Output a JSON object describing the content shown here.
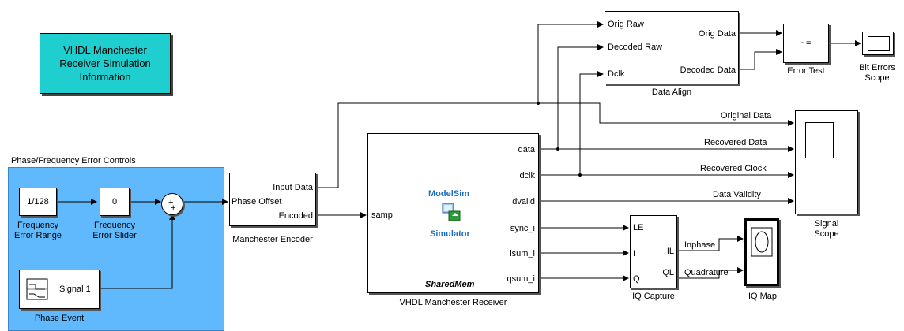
{
  "info_block": {
    "lines": [
      "VHDL Manchester",
      "Receiver Simulation",
      "Information"
    ]
  },
  "controls": {
    "title": "Phase/Frequency Error Controls",
    "freq_range": {
      "value": "1/128",
      "label_lines": [
        "Frequency",
        "Error Range"
      ]
    },
    "freq_slider": {
      "value": "0",
      "label_lines": [
        "Frequency",
        "Error Slider"
      ]
    },
    "sum_signs": {
      "a": "+",
      "b": "+"
    },
    "phase_event": {
      "signal": "Signal 1",
      "label": "Phase Event"
    }
  },
  "encoder": {
    "inputs": [
      "Phase Offset"
    ],
    "outputs": [
      "Input Data",
      "Encoded"
    ],
    "label": "Manchester Encoder"
  },
  "receiver": {
    "inputs": [
      "samp"
    ],
    "outputs": [
      "data",
      "dclk",
      "dvalid",
      "sync_i",
      "isum_i",
      "qsum_i"
    ],
    "modelsim": "ModelSim",
    "simulator": "Simulator",
    "sharedmem": "SharedMem",
    "label": "VHDL Manchester Receiver"
  },
  "data_align": {
    "inputs": [
      "Orig Raw",
      "Decoded Raw",
      "Dclk"
    ],
    "outputs": [
      "Orig Data",
      "Decoded Data"
    ],
    "label": "Data Align"
  },
  "error_test": {
    "op": "~=",
    "label": "Error Test"
  },
  "bit_scope": {
    "label_lines": [
      "Bit Errors",
      "Scope"
    ]
  },
  "signal_scope": {
    "wire_labels": [
      "Original Data",
      "Recovered Data",
      "Recovered Clock",
      "Data Validity"
    ],
    "label_lines": [
      "Signal",
      "Scope"
    ]
  },
  "iq_capture": {
    "inputs": [
      "LE",
      "I",
      "Q"
    ],
    "outputs": [
      "IL",
      "QL"
    ],
    "label": "IQ Capture"
  },
  "iq_wires": [
    "Inphase",
    "Quadrature"
  ],
  "iq_map": {
    "label": "IQ Map"
  }
}
